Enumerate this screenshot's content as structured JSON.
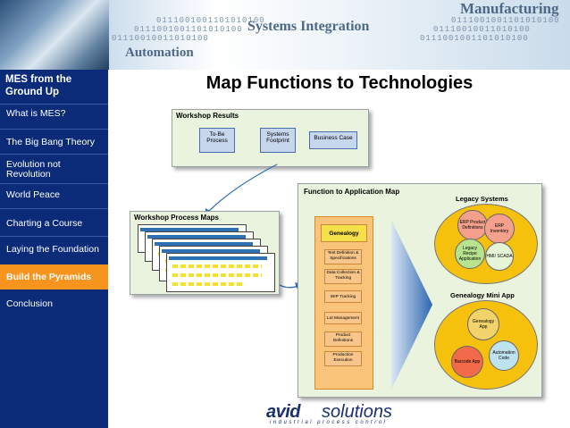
{
  "banner": {
    "words": [
      "Manufacturing",
      "Systems Integration",
      "Automation"
    ],
    "binary": [
      "0111001001101010100",
      "0111001001101010100",
      "01110010011010100",
      "0111001001101010100",
      "01110010011010100",
      "0111001001101010100"
    ]
  },
  "sidebar": {
    "title": "MES from the Ground Up",
    "items": [
      {
        "label": "What is MES?"
      },
      {
        "label": "The Big Bang Theory"
      },
      {
        "label": "Evolution not Revolution"
      },
      {
        "label": "World Peace"
      },
      {
        "label": "Charting a Course"
      },
      {
        "label": "Laying the Foundation"
      },
      {
        "label": "Build the Pyramids",
        "active": true
      },
      {
        "label": "Conclusion"
      }
    ],
    "colors": {
      "background": "#0b2b78",
      "active": "#f7941d"
    }
  },
  "main": {
    "title": "Map Functions to Technologies",
    "workshop_results": {
      "title": "Workshop Results",
      "docs": [
        "To-Be Process",
        "Systems Footprint",
        "Business Case"
      ]
    },
    "workshop_maps": {
      "title": "Workshop Process Maps"
    },
    "function_map": {
      "title": "Function to Application Map",
      "functions": [
        "Genealogy",
        "Test Definition & Specifications",
        "Data Collection & Tracking",
        "WIP Tracking",
        "Lot Management",
        "Product Definitions",
        "Production Execution"
      ],
      "legacy": {
        "title": "Legacy Systems",
        "items": [
          "ERP Product Definitions",
          "ERP Inventory",
          "Legacy Recipe Application",
          "HMI/ SCADA"
        ]
      },
      "mini_app": {
        "title": "Genealogy Mini App",
        "items": [
          "Genealogy App",
          "Automation Code",
          "Barcode App"
        ]
      }
    }
  },
  "logo": {
    "word": "avid",
    "word2": "solutions",
    "tagline": "industrial process control"
  }
}
